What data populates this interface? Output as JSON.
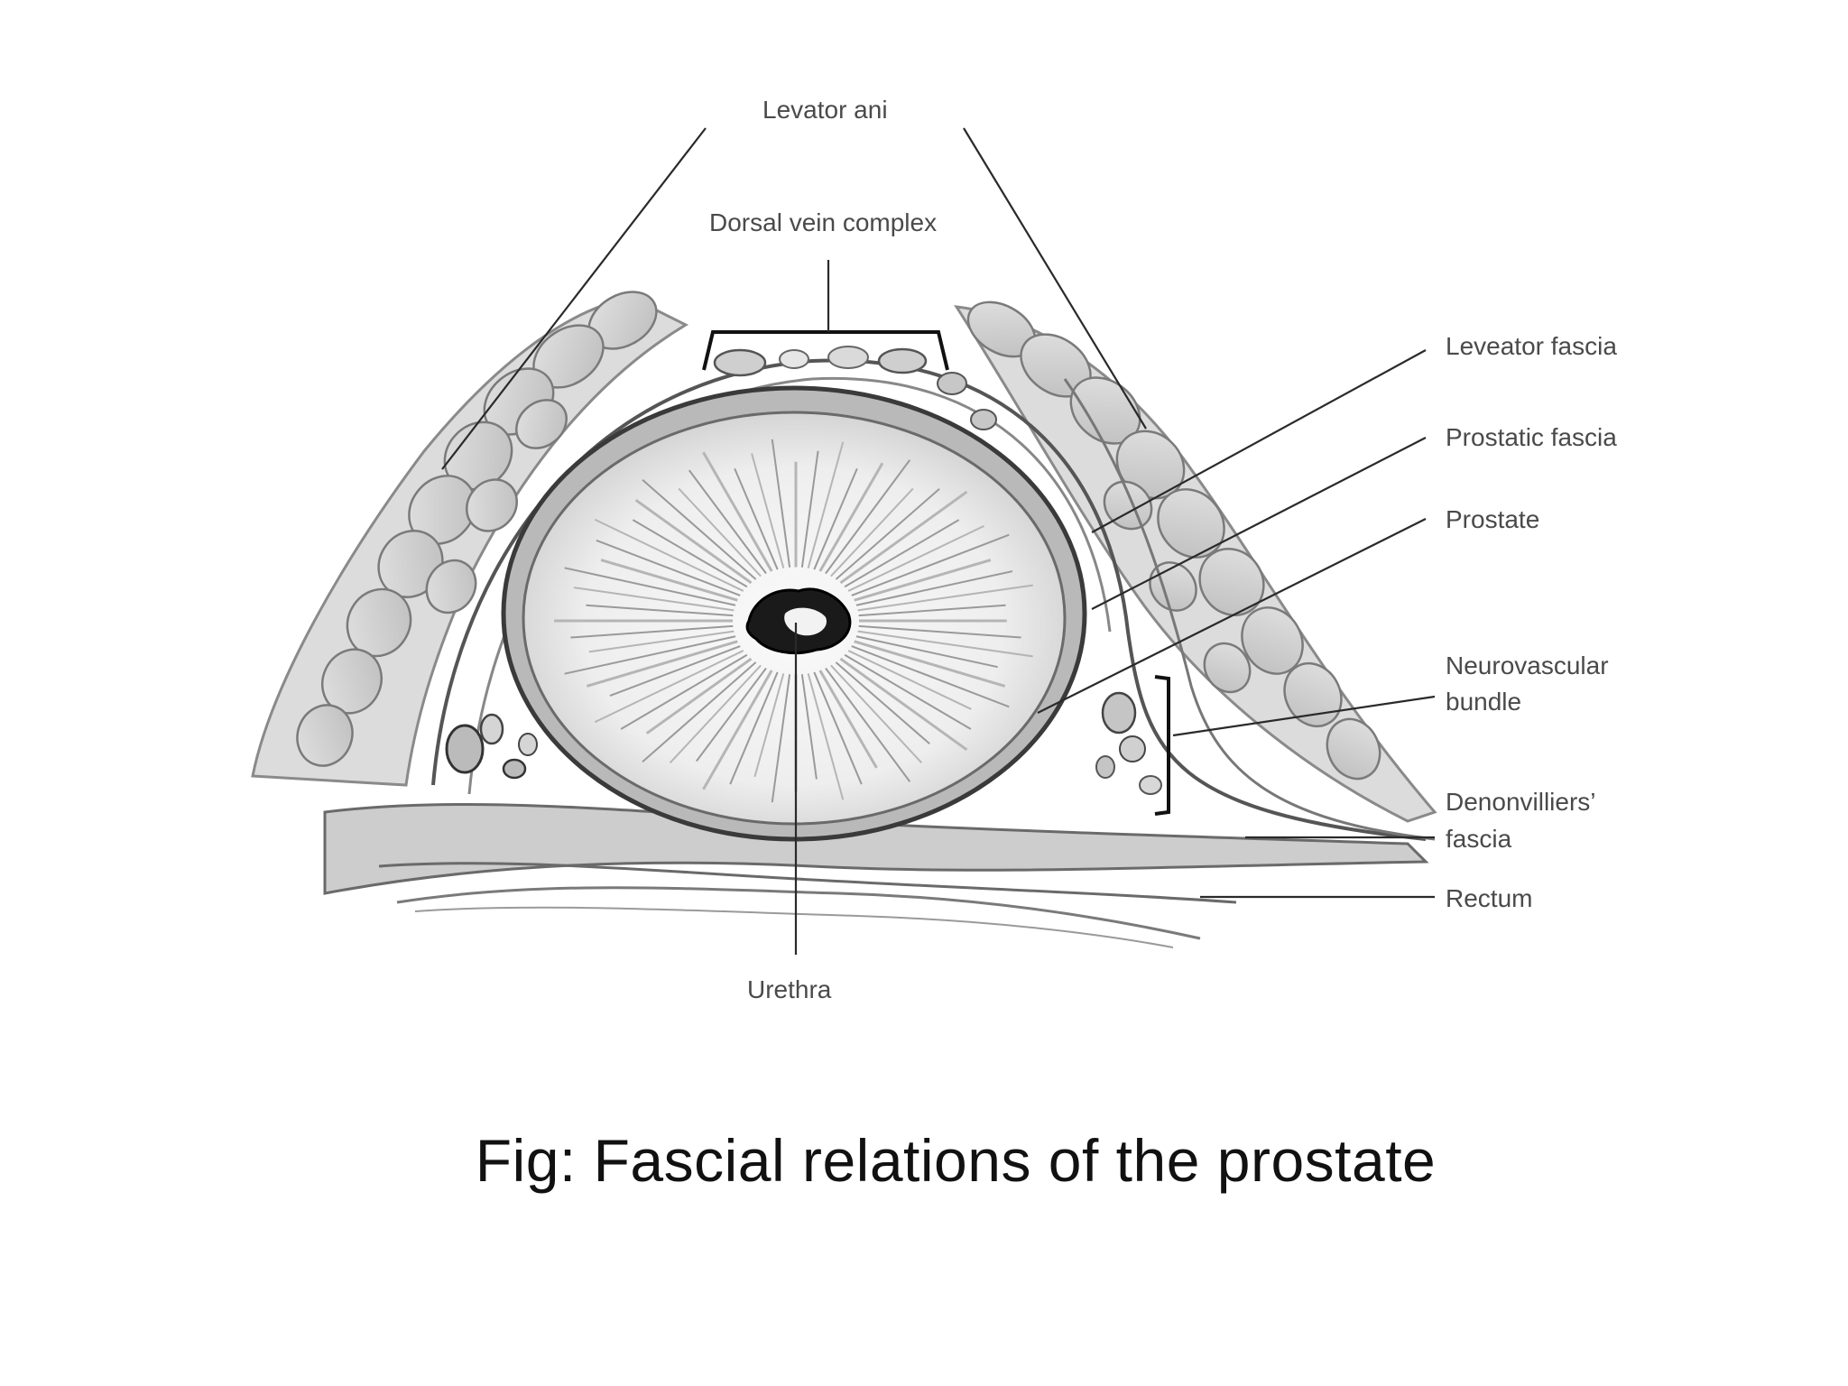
{
  "figure": {
    "caption": "Fig: Fascial relations of the prostate",
    "labels": {
      "levator_ani": "Levator ani",
      "dorsal_vein_complex": "Dorsal vein complex",
      "leveator_fascia": "Leveator fascia",
      "prostatic_fascia": "Prostatic fascia",
      "prostate": "Prostate",
      "neurovascular_bundle_line1": "Neurovascular",
      "neurovascular_bundle_line2": "bundle",
      "denonvilliers_fascia_line1": "Denonvilliers’",
      "denonvilliers_fascia_line2": "fascia",
      "rectum": "Rectum",
      "urethra": "Urethra"
    }
  }
}
